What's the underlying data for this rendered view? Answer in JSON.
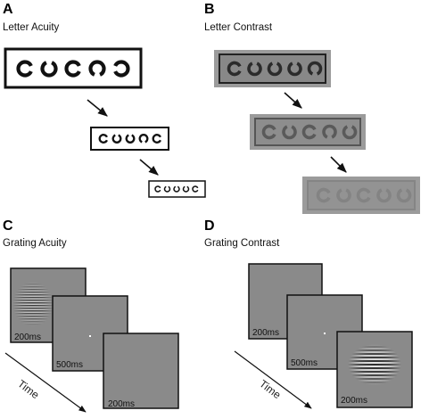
{
  "panels": [
    {
      "letter": "A",
      "title": "Letter Acuity"
    },
    {
      "letter": "B",
      "title": "Letter Contrast"
    },
    {
      "letter": "C",
      "title": "Grating Acuity"
    },
    {
      "letter": "D",
      "title": "Grating Contrast"
    }
  ],
  "grating_acuity": {
    "durations": [
      "200ms",
      "500ms",
      "200ms"
    ],
    "axis_label": "Time"
  },
  "grating_contrast": {
    "durations": [
      "200ms",
      "500ms",
      "200ms"
    ],
    "axis_label": "Time"
  },
  "landolt_c": {
    "letter_acuity_rows": [
      [
        "right",
        "up",
        "right",
        "down",
        "left"
      ],
      [
        "right",
        "up",
        "up",
        "down",
        "right"
      ],
      [
        "right",
        "up",
        "up",
        "up",
        "right"
      ]
    ],
    "letter_contrast_rows": [
      [
        "right",
        "up",
        "up",
        "up",
        "down"
      ],
      [
        "right",
        "up",
        "right",
        "down",
        "up"
      ],
      [
        "right",
        "up",
        "right",
        "up",
        "up"
      ]
    ]
  },
  "colors": {
    "stimulus_gray": "#8a8a8a",
    "contrast_frame_gray": "#9a9a9a",
    "border": "#1a1a1a"
  }
}
